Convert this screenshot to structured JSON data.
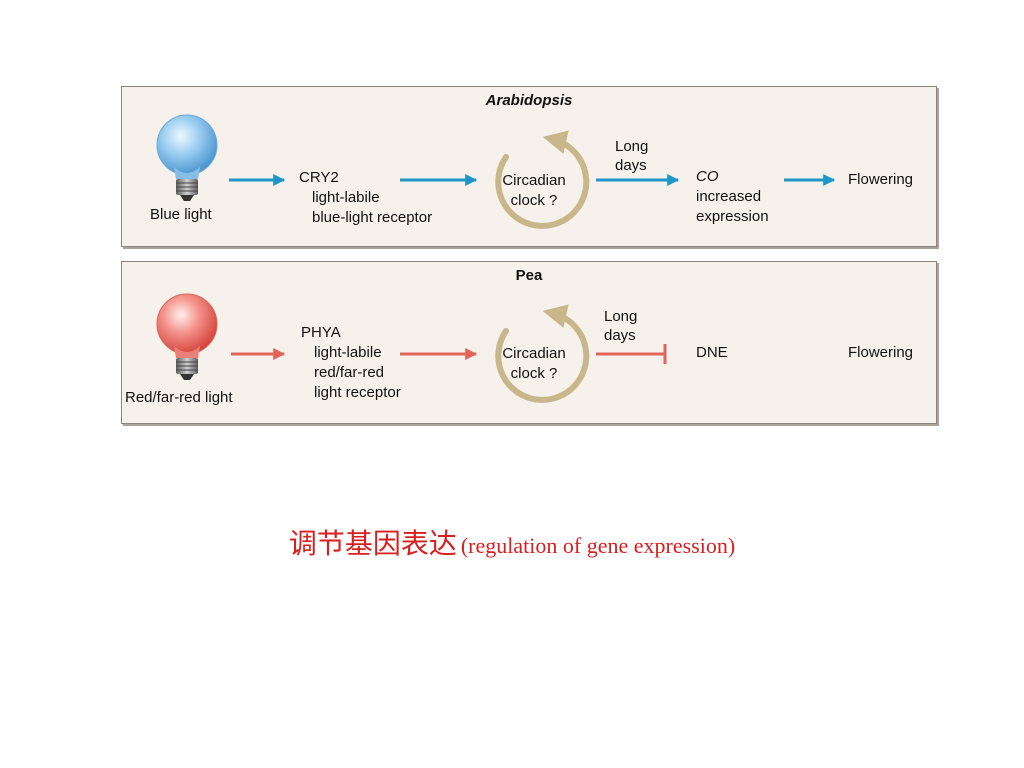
{
  "colors": {
    "blue_arrow": "#1f96c8",
    "red_arrow": "#e0645a",
    "clock_ring": "#c8b78a",
    "panel_bg": "#f6f1ea",
    "caption": "#d81e1e"
  },
  "panels": [
    {
      "title": "Arabidopsis",
      "bulb_icon": "blue-light-bulb-icon",
      "bulb_label": "Blue light",
      "receptor_name": "CRY2",
      "receptor_lines": [
        "light-labile",
        "blue-light receptor"
      ],
      "clock_lines": [
        "Circadian",
        "clock ?"
      ],
      "signal_lines": [
        "Long",
        "days"
      ],
      "gene_name": "CO",
      "gene_lines": [
        "increased",
        "expression"
      ],
      "outcome": "Flowering"
    },
    {
      "title": "Pea",
      "bulb_icon": "red-light-bulb-icon",
      "bulb_label": "Red/far-red light",
      "receptor_name": "PHYA",
      "receptor_lines": [
        "light-labile",
        "red/far-red",
        "light receptor"
      ],
      "clock_lines": [
        "Circadian",
        "clock ?"
      ],
      "signal_lines": [
        "Long",
        "days"
      ],
      "gene_name": "DNE",
      "outcome": "Flowering"
    }
  ],
  "caption": {
    "chinese": "调节基因表达",
    "english": "(regulation of gene expression)"
  }
}
